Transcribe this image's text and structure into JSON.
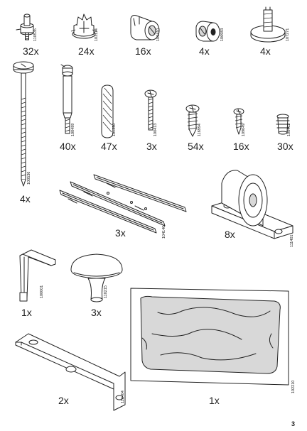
{
  "page_number": "3",
  "parts": [
    {
      "id": "cam-bolt-short",
      "quantity": "32x",
      "part_number": "110535"
    },
    {
      "id": "cam-lock-slotted",
      "quantity": "24x",
      "part_number": "103114"
    },
    {
      "id": "cam-connector",
      "quantity": "16x",
      "part_number": "103410"
    },
    {
      "id": "barrel-nut",
      "quantity": "4x",
      "part_number": "106983"
    },
    {
      "id": "glide-foot",
      "quantity": "4x",
      "part_number": "107271"
    },
    {
      "id": "long-bolt",
      "quantity": "4x",
      "part_number": "100536"
    },
    {
      "id": "cam-bolt-long",
      "quantity": "40x",
      "part_number": "100499"
    },
    {
      "id": "wood-dowel",
      "quantity": "47x",
      "part_number": "101350"
    },
    {
      "id": "machine-screw",
      "quantity": "3x",
      "part_number": "100413"
    },
    {
      "id": "wood-screw-large",
      "quantity": "54x",
      "part_number": "116994"
    },
    {
      "id": "wood-screw-small",
      "quantity": "16x",
      "part_number": "109049"
    },
    {
      "id": "plastic-anchor",
      "quantity": "30x",
      "part_number": "108462"
    },
    {
      "id": "drawer-runners",
      "quantity": "3x",
      "part_number": "104140"
    },
    {
      "id": "caster-wheel",
      "quantity": "8x",
      "part_number": "111401"
    },
    {
      "id": "allen-key",
      "quantity": "1x",
      "part_number": "100001"
    },
    {
      "id": "knob",
      "quantity": "3x",
      "part_number": "110215"
    },
    {
      "id": "l-bracket",
      "quantity": "2x",
      "part_number": "110404"
    },
    {
      "id": "mirror-panel",
      "quantity": "1x",
      "part_number": "102210"
    }
  ]
}
